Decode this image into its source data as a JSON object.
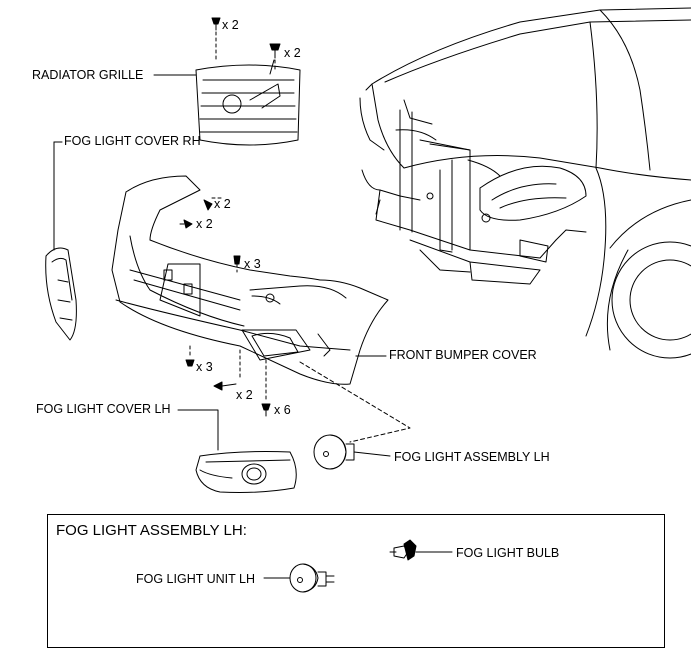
{
  "labels": {
    "radiator_grille": "RADIATOR GRILLE",
    "fog_light_cover_rh": "FOG LIGHT COVER RH",
    "front_bumper_cover": "FRONT BUMPER COVER",
    "fog_light_cover_lh": "FOG LIGHT COVER LH",
    "fog_light_assembly_lh": "FOG LIGHT ASSEMBLY LH"
  },
  "quantities": {
    "grille_clip_top": "x 2",
    "grille_clip_right": "x 2",
    "bumper_screw_upper": "x 2",
    "bumper_screw_mid": "x 2",
    "bumper_clip_top": "x 3",
    "bumper_clip_lower": "x 3",
    "bumper_screw_lower": "x 2",
    "bumper_clip_bottom": "x 6"
  },
  "detail": {
    "title": "FOG LIGHT ASSEMBLY LH:",
    "fog_light_unit": "FOG LIGHT UNIT LH",
    "fog_light_bulb": "FOG LIGHT BULB"
  }
}
